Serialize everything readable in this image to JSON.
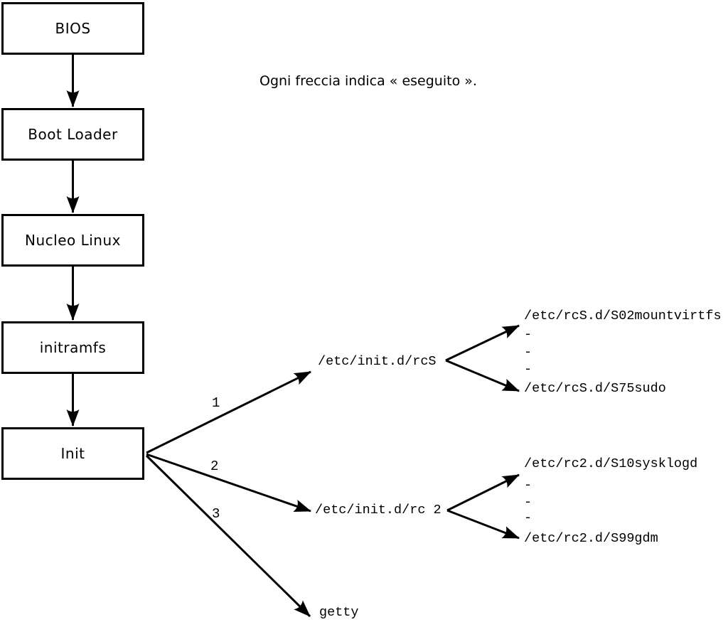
{
  "diagram": {
    "caption": "Ogni freccia indica « eseguito ».",
    "colors": {
      "foreground": "#000000",
      "background": "#ffffff"
    },
    "boot_chain": [
      {
        "label": "BIOS"
      },
      {
        "label": "Boot Loader"
      },
      {
        "label": "Nucleo Linux"
      },
      {
        "label": "initramfs"
      },
      {
        "label": "Init"
      }
    ],
    "branch_labels": [
      "1",
      "2",
      "3"
    ],
    "branches": {
      "rcs": {
        "label": "/etc/init.d/rcS",
        "children": [
          "/etc/rcS.d/S02mountvirtfs",
          "-",
          "-",
          "-",
          "/etc/rcS.d/S75sudo"
        ]
      },
      "rc2": {
        "label": "/etc/init.d/rc 2",
        "children": [
          "/etc/rc2.d/S10sysklogd",
          "-",
          "-",
          "-",
          "/etc/rc2.d/S99gdm"
        ]
      },
      "getty": {
        "label": "getty"
      }
    }
  }
}
